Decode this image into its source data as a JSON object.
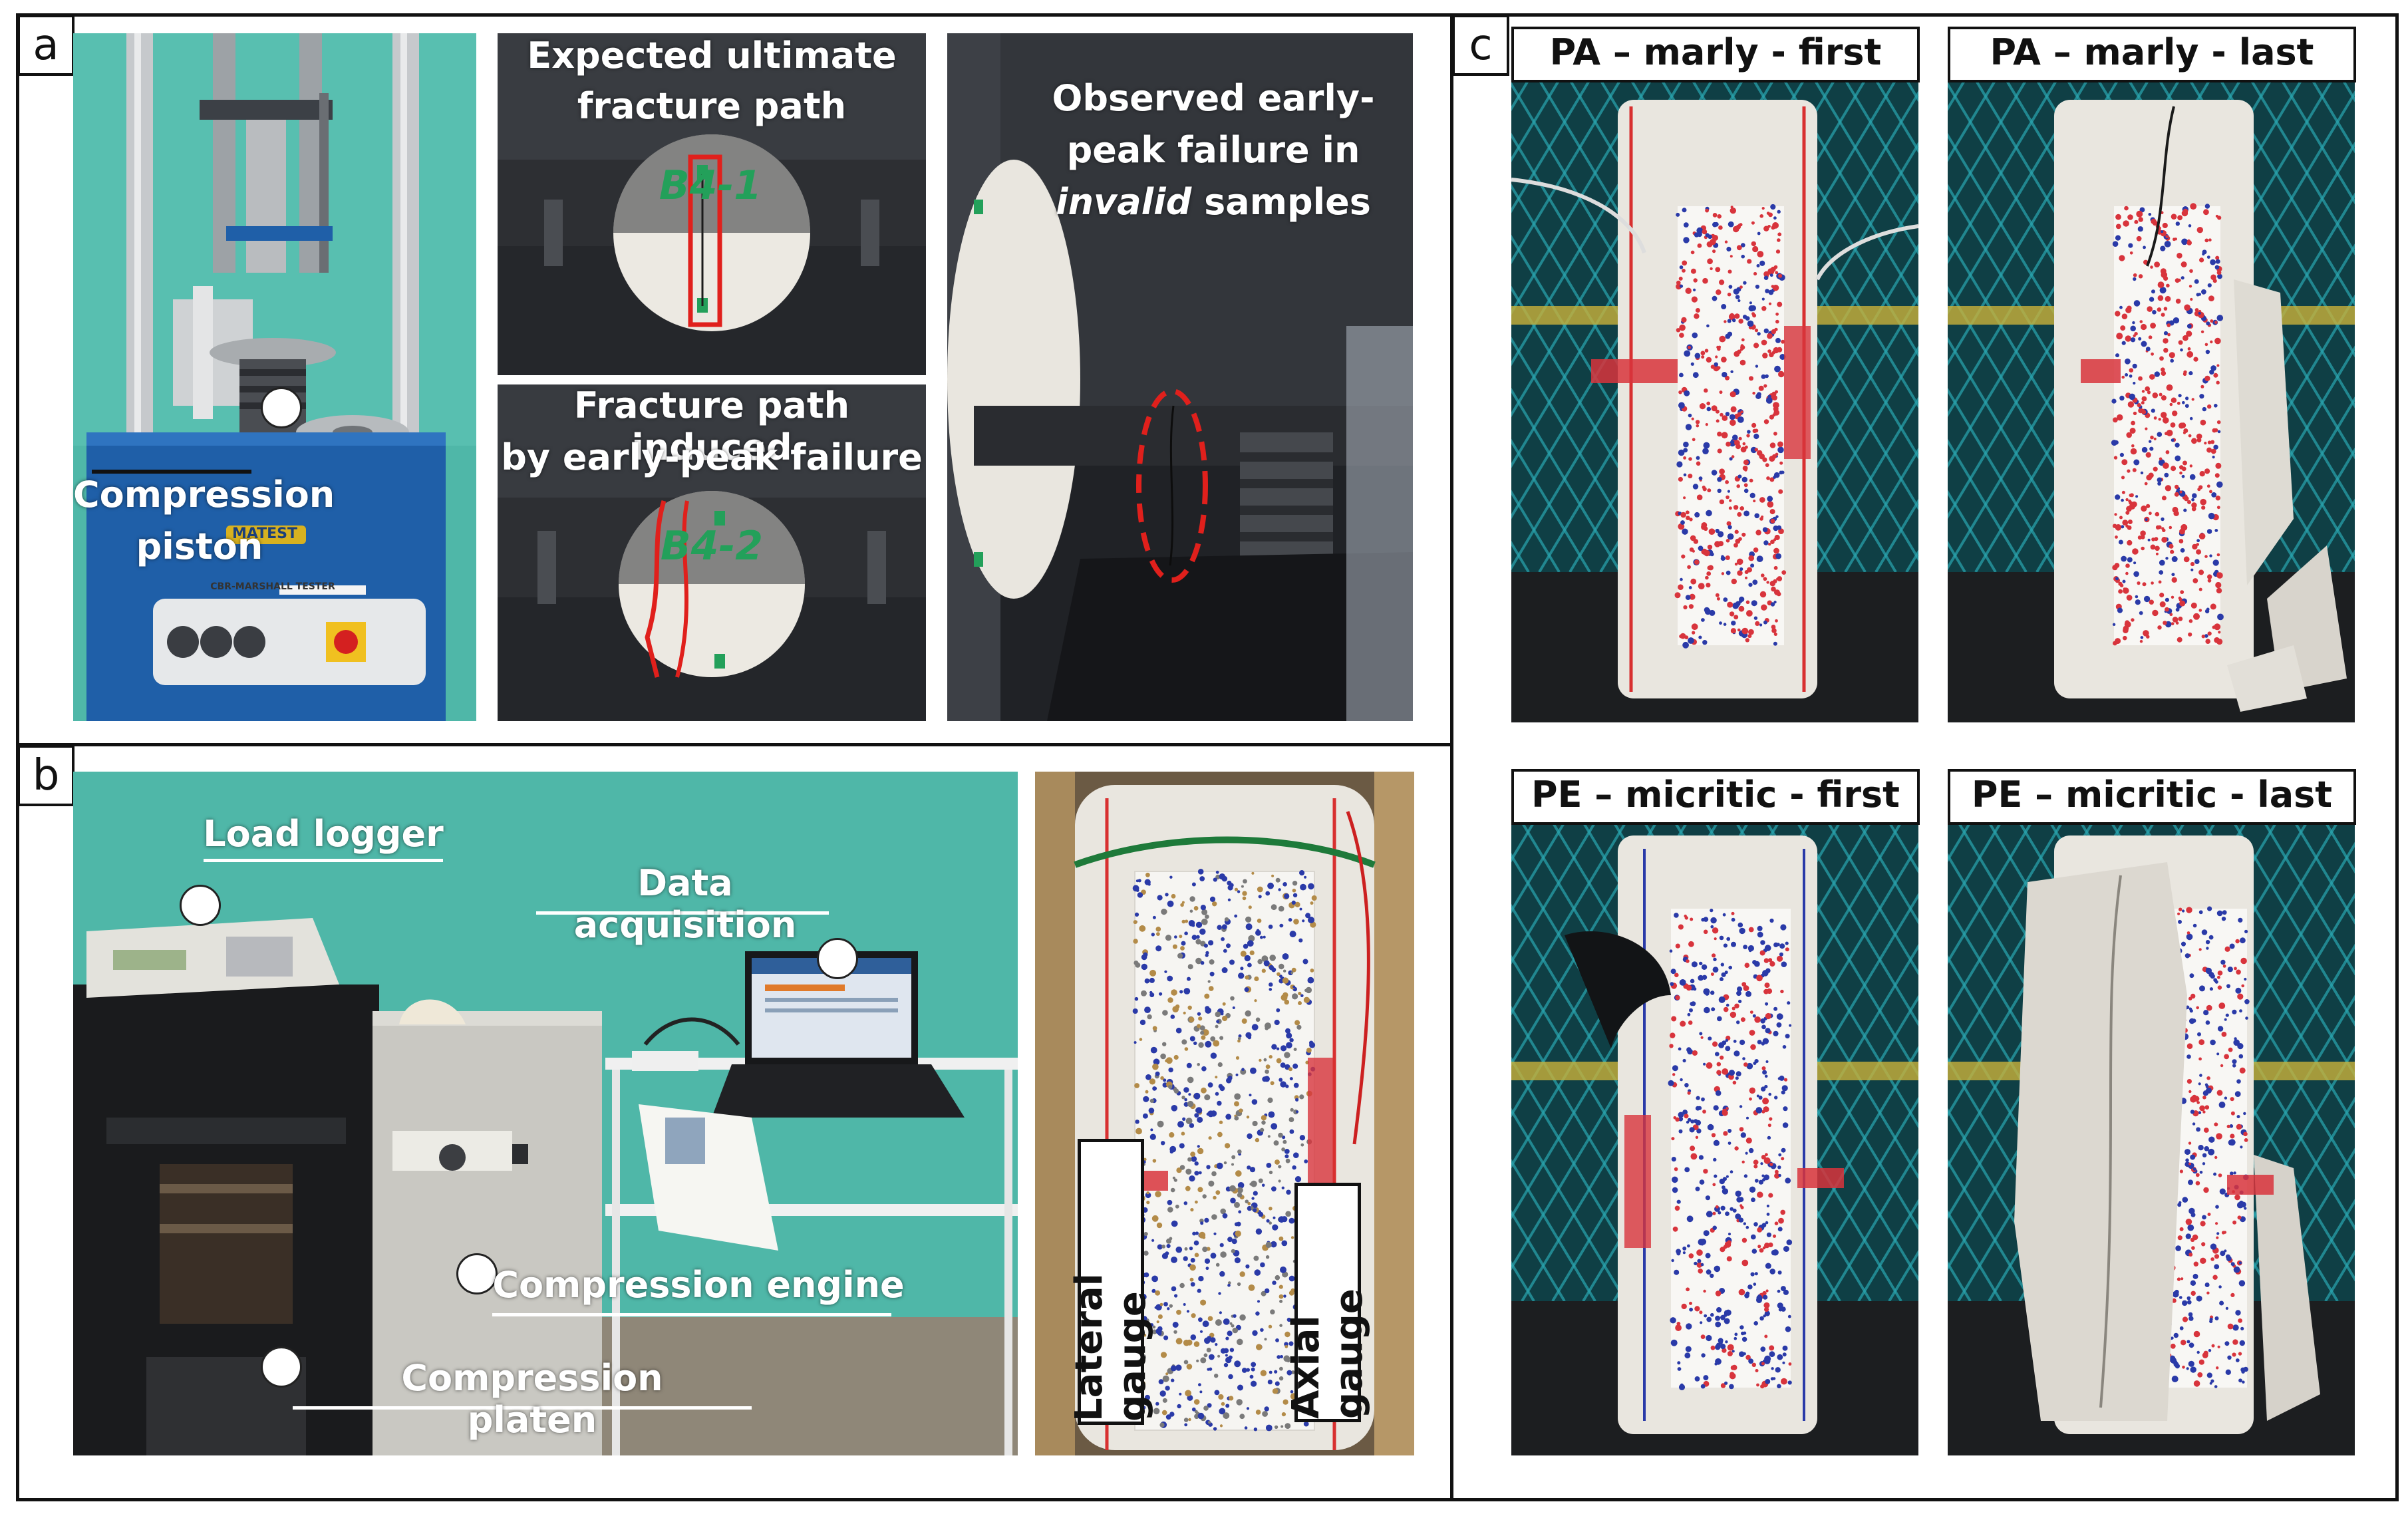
{
  "figure": {
    "panel_a": {
      "letter": "a",
      "piston_label_line1": "Compression",
      "piston_label_line2": "piston",
      "brand_badge": "MATEST",
      "tester_plate": "CBR-MARSHALL TESTER",
      "expected_path_line1": "Expected ultimate",
      "expected_path_line2": "fracture path",
      "sample_mark_top": "B4-1",
      "induced_path_line1": "Fracture path induced",
      "induced_path_line2": "by early-peak failure",
      "sample_mark_bottom": "B4-2",
      "observed_line1": "Observed early-",
      "observed_line2": "peak failure in",
      "observed_line3_italic": "invalid",
      "observed_line3_rest": " samples"
    },
    "panel_b": {
      "letter": "b",
      "load_logger": "Load logger",
      "data_acquisition": "Data acquisition",
      "compression_engine": "Compression engine",
      "compression_platen": "Compression platen",
      "lateral_gauge": "Lateral gauge",
      "axial_gauge": "Axial gauge"
    },
    "panel_c": {
      "letter": "c",
      "pa_first": "PA – marly - first",
      "pa_last": "PA – marly - last",
      "pe_first": "PE – micritic - first",
      "pe_last": "PE – micritic - last"
    }
  },
  "colors": {
    "frame": "#111111",
    "teal_wall": "#4fb7a8",
    "machine_blue": "#1f5fa8",
    "steel_dark": "#2d2f33",
    "highlight_red": "#e0201c",
    "speckle_blue": "#2a3aa8",
    "speckle_red": "#d8343c",
    "specimen": "#ece9e2"
  }
}
